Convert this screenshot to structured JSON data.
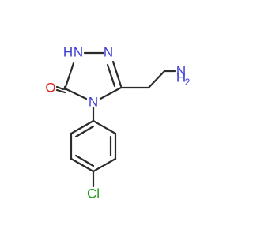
{
  "colors": {
    "bond": "#2b2b2b",
    "nitrogen": "#3b3bd6",
    "oxygen": "#e0201c",
    "chlorine": "#1a9c1a",
    "background": "#ffffff"
  },
  "atoms": {
    "nh_ring": "H",
    "nh_ring_n": "N",
    "n_ring_2": "N",
    "n_ring_4": "N",
    "oxygen": "O",
    "amine_h": "H",
    "amine_n": "N",
    "amine_h2": "2",
    "chlorine": "Cl"
  }
}
